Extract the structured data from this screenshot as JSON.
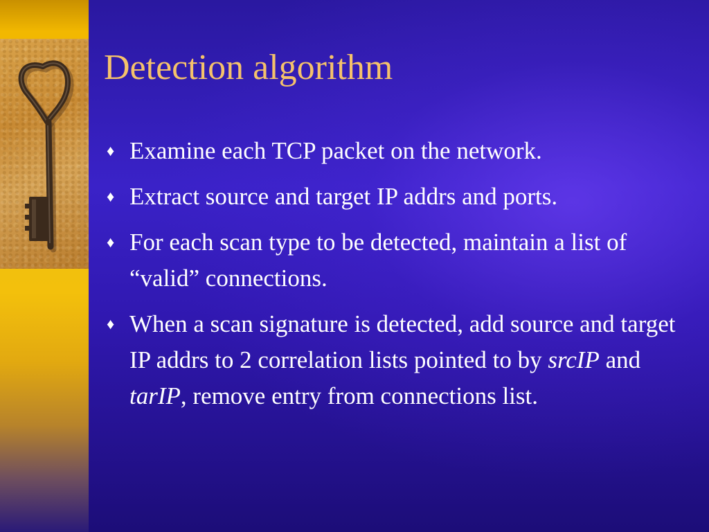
{
  "slide": {
    "title": "Detection algorithm",
    "bullet_glyph": "♦",
    "bullets": [
      {
        "text": "Examine each TCP packet on the network."
      },
      {
        "text": "Extract source and target IP addrs and ports."
      },
      {
        "text": "For each scan type to be detected, maintain a list of “valid” connections."
      },
      {
        "part1": "When a scan signature is detected, add source and target IP addrs to 2 correlation lists pointed to by ",
        "italic1": "srcIP",
        "part2": " and ",
        "italic2": "tarIP",
        "part3": ", remove entry from connections list."
      }
    ]
  },
  "colors": {
    "title": "#f5c26b",
    "text": "#ffffff",
    "background": "#3a22c8",
    "strip": "#f2b800"
  },
  "icons": {
    "decoration": "key-icon",
    "bullet": "diamond-bullet-icon"
  }
}
